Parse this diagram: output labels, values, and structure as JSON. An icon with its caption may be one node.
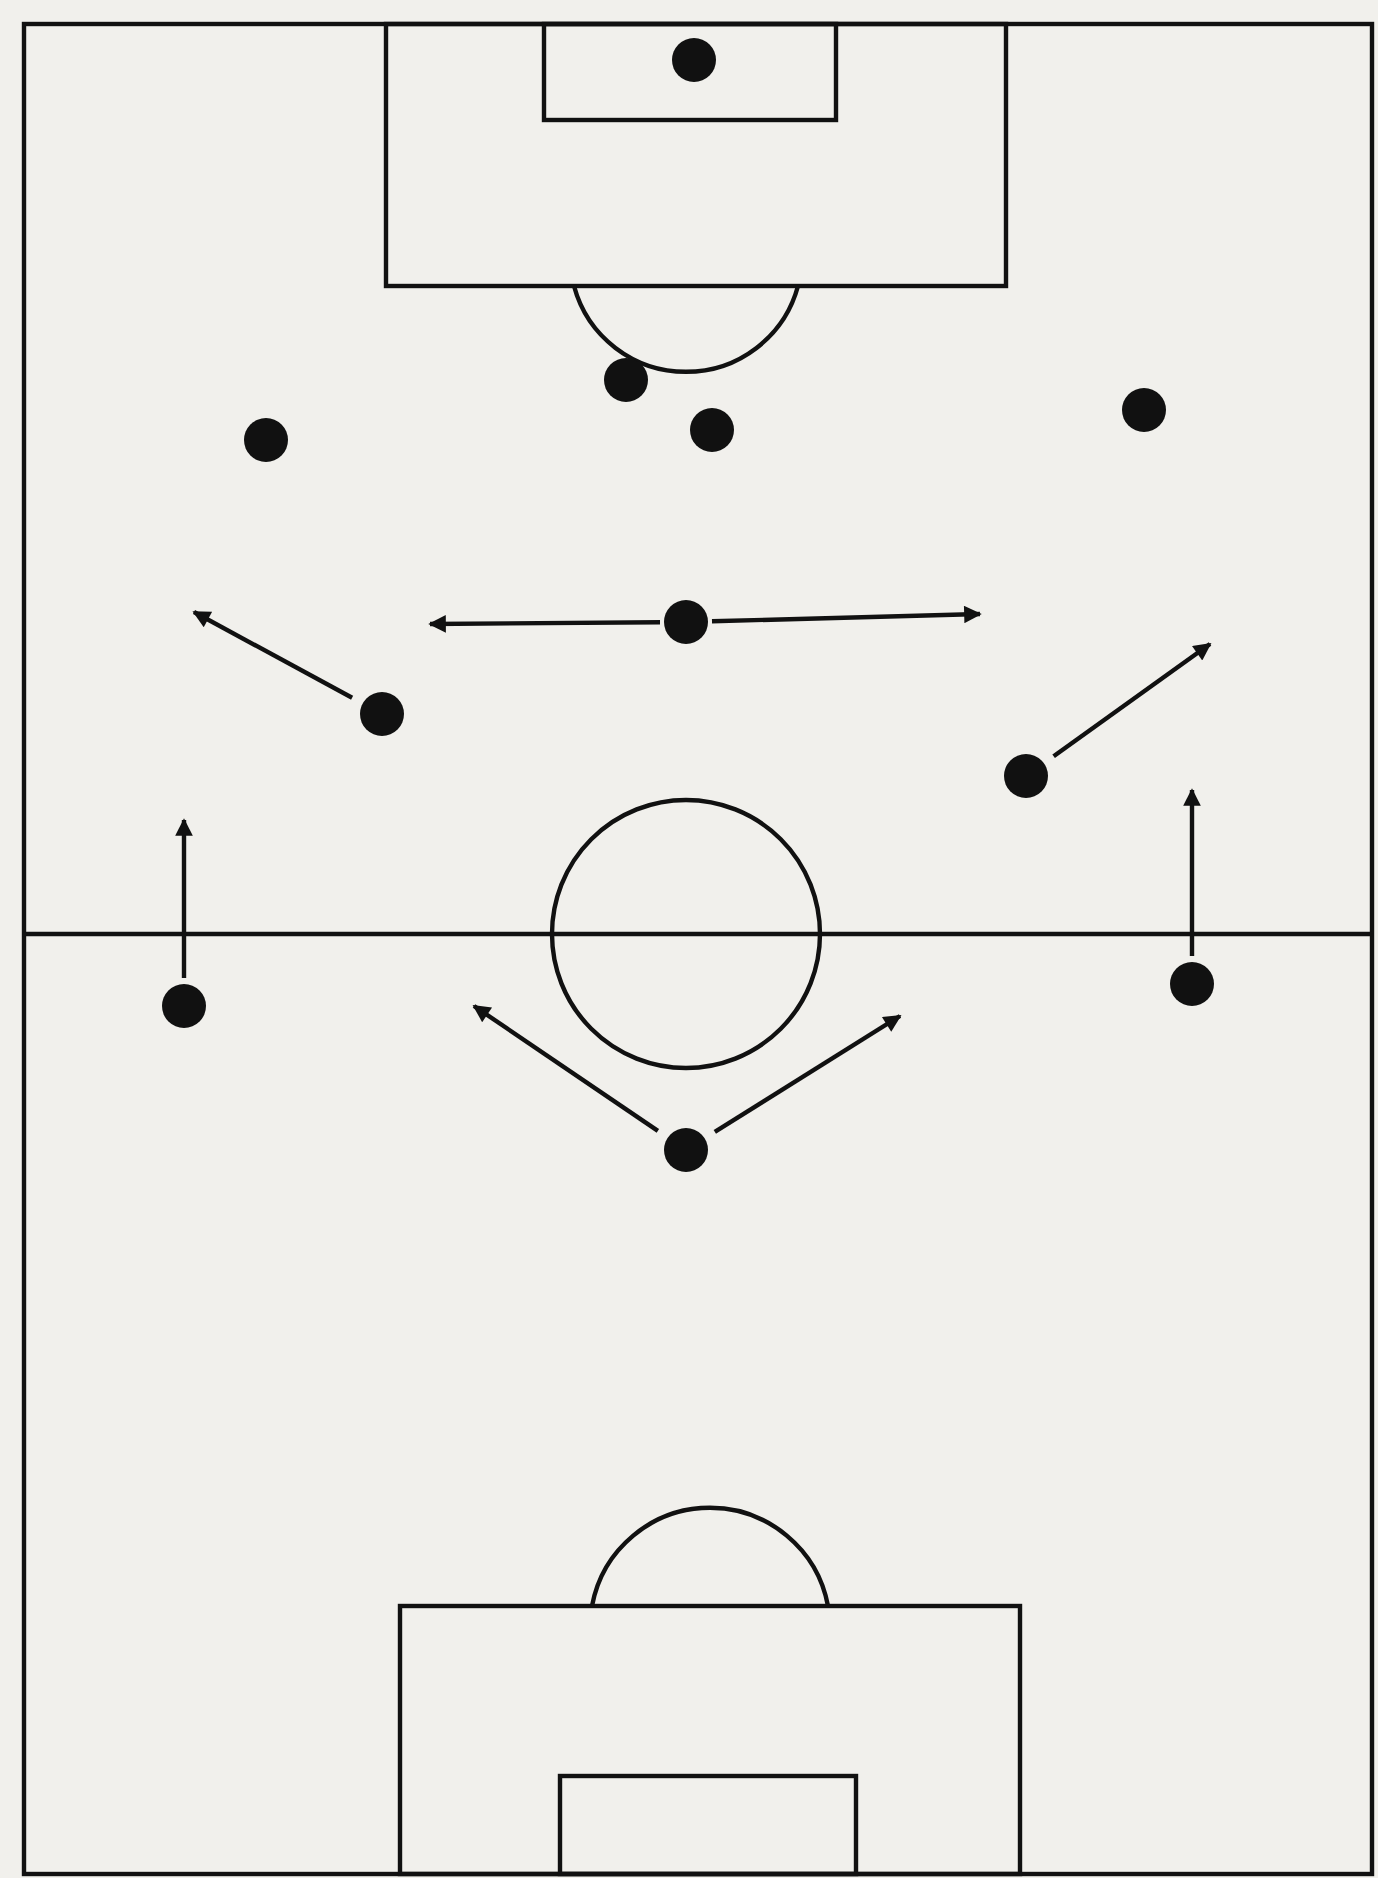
{
  "diagram": {
    "nodes": [
      {
        "text": [],
        "shape": "circle"
      },
      {
        "text": [],
        "shape": "circle"
      },
      {
        "text": [],
        "shape": "circle"
      },
      {
        "text": [],
        "shape": "circle"
      },
      {
        "text": [],
        "shape": "circle"
      },
      {
        "text": [],
        "shape": "circle"
      },
      {
        "text": [],
        "shape": "circle"
      },
      {
        "text": [],
        "shape": "circle"
      },
      {
        "text": [],
        "shape": "circle"
      },
      {
        "text": [],
        "shape": "circle"
      },
      {
        "text": [],
        "shape": "circle"
      }
    ],
    "edges": [
      {
        "from": 5,
        "to": null,
        "arrow": "to"
      },
      {
        "from": 5,
        "to": null,
        "arrow": "to"
      },
      {
        "from": 6,
        "to": null,
        "arrow": "to"
      },
      {
        "from": 7,
        "to": null,
        "arrow": "to"
      },
      {
        "from": 8,
        "to": null,
        "arrow": "to"
      },
      {
        "from": 9,
        "to": null,
        "arrow": "to"
      },
      {
        "from": 10,
        "to": null,
        "arrow": "to"
      },
      {
        "from": 10,
        "to": null,
        "arrow": "to"
      }
    ]
  }
}
